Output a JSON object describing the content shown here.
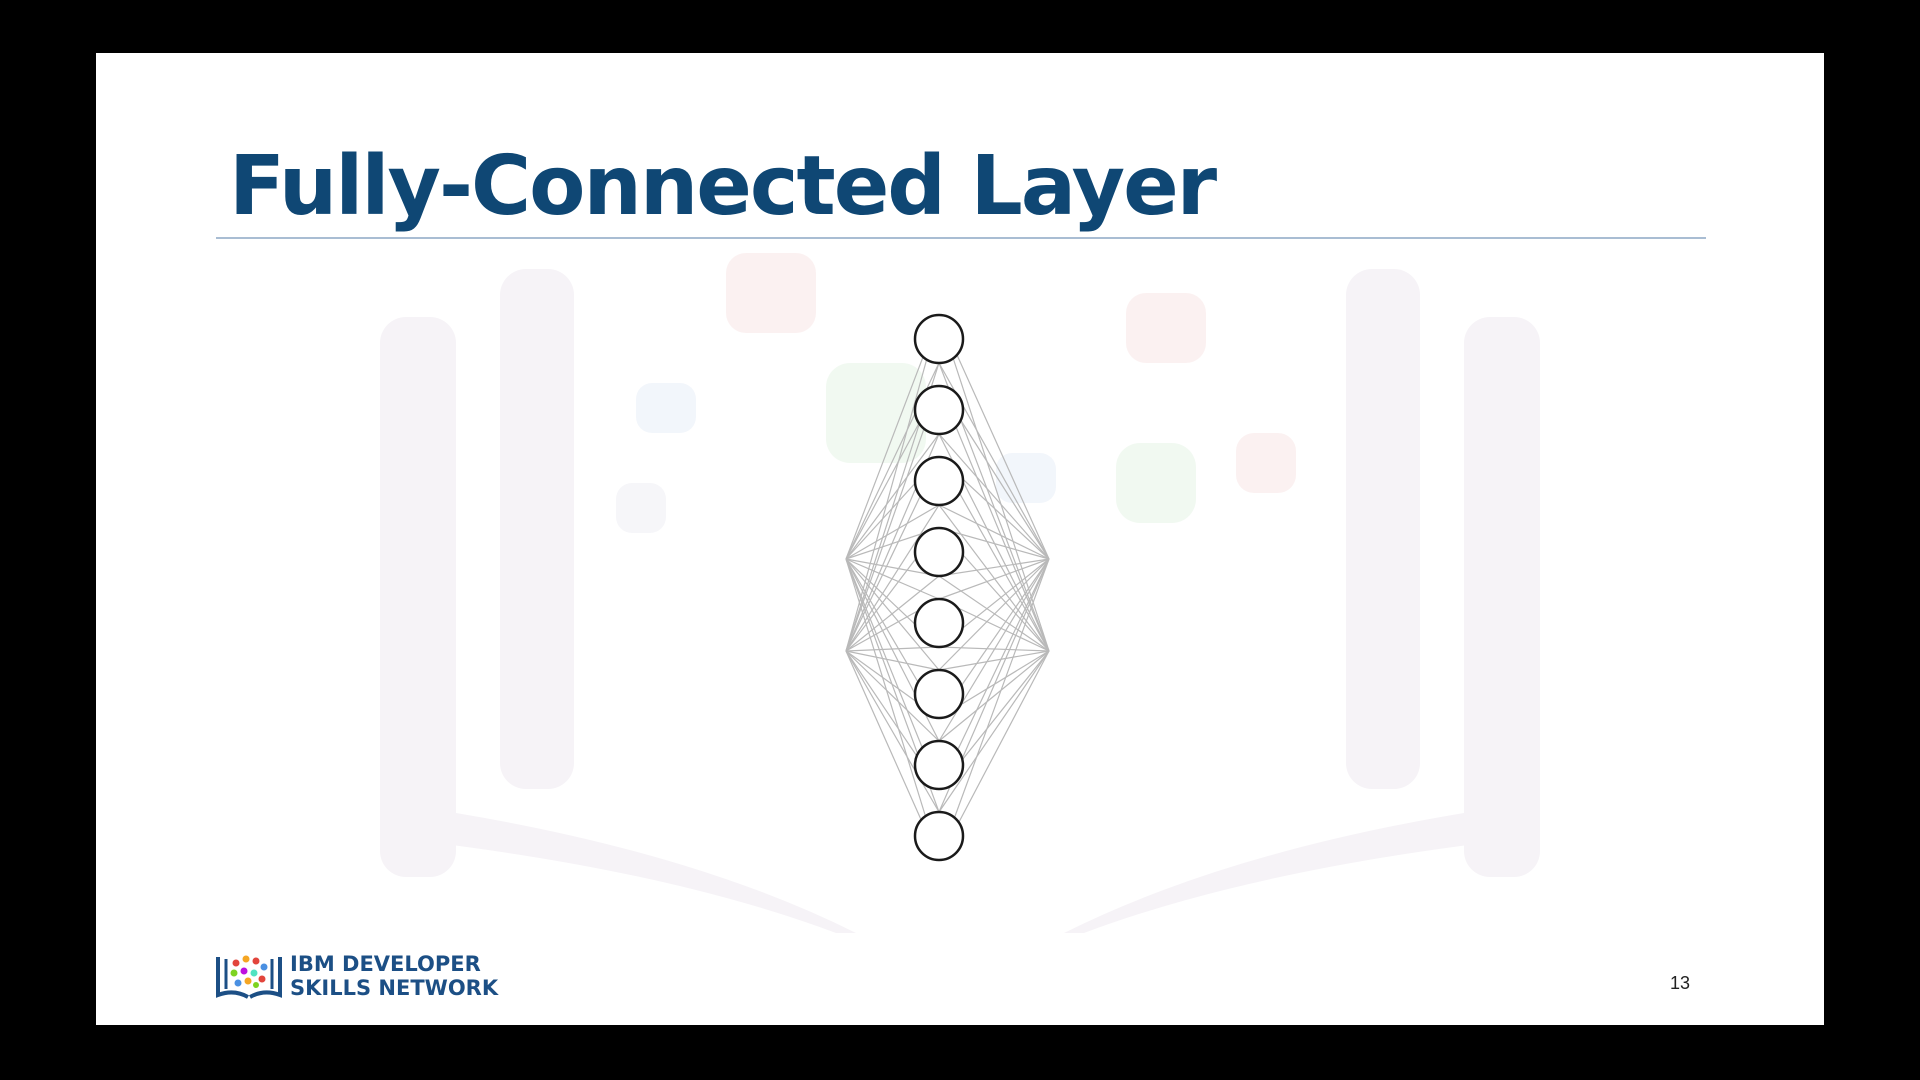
{
  "slide": {
    "title": "Fully-Connected Layer",
    "page_number": "13"
  },
  "logo": {
    "line1": "IBM DEVELOPER",
    "line2": "SKILLS NETWORK"
  },
  "diagram": {
    "left_layer_nodes": 2,
    "middle_layer_nodes": 8,
    "right_layer_nodes": 2,
    "node_stroke": "#1a1a1a",
    "edge_color": "#b9b9b9"
  },
  "colors": {
    "background": "#000000",
    "slide": "#ffffff",
    "title": "#0f4774",
    "rule": "#a9bdd3",
    "logo_text": "#1c4f85"
  }
}
